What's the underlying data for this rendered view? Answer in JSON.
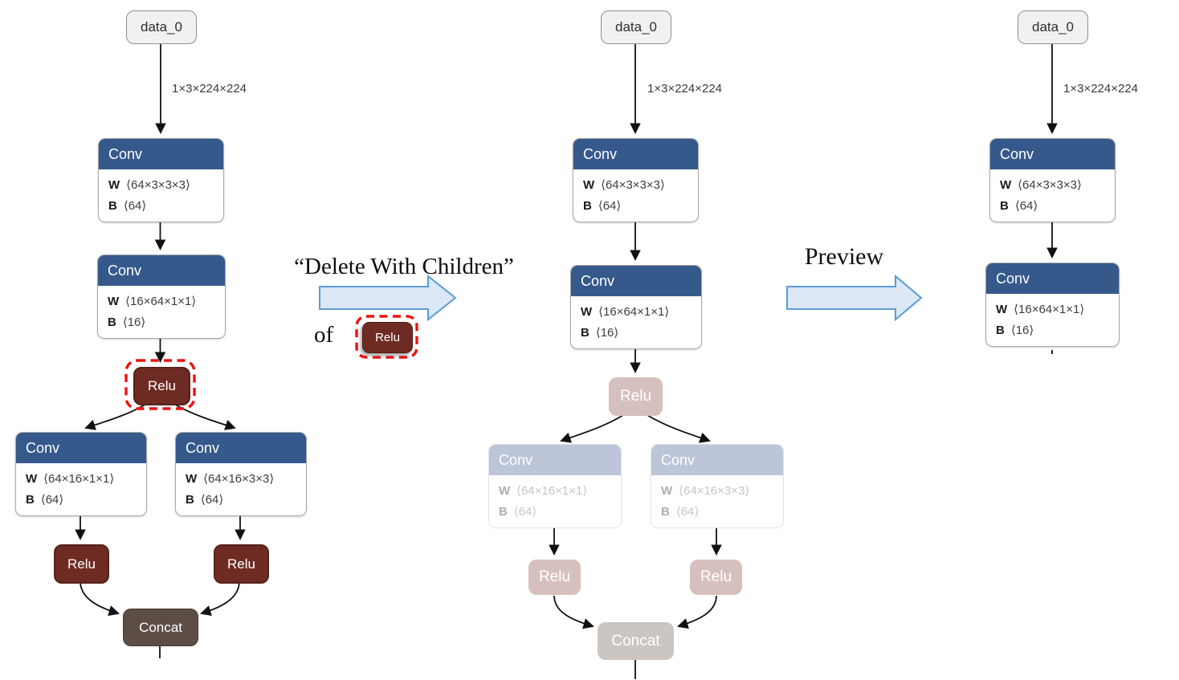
{
  "annotations": {
    "action_title": "“Delete With Children”",
    "of_label": "of",
    "action_relu_label": "Relu",
    "preview_label": "Preview"
  },
  "colors": {
    "conv_header": "#36598c",
    "relu_node": "#6e2b23",
    "concat_node": "#5c4d45",
    "data_node_bg": "#f1f1f1",
    "faded_conv_header": "#bcc6d8",
    "faded_relu_node": "#d6c0bd",
    "faded_concat_node": "#ccc6c2",
    "highlight_dash": "#ee1111",
    "block_arrow_fill": "#dce8f6",
    "block_arrow_stroke": "#5b9bd5",
    "edge_color": "#111111"
  },
  "graphs": {
    "left": {
      "data_label": "data_0",
      "edge_label": "1×3×224×224",
      "conv1": {
        "title": "Conv",
        "w_key": "W",
        "w_val": "⟨64×3×3×3⟩",
        "b_key": "B",
        "b_val": "⟨64⟩"
      },
      "conv2": {
        "title": "Conv",
        "w_key": "W",
        "w_val": "⟨16×64×1×1⟩",
        "b_key": "B",
        "b_val": "⟨16⟩"
      },
      "relu_root": "Relu",
      "conv3": {
        "title": "Conv",
        "w_key": "W",
        "w_val": "⟨64×16×1×1⟩",
        "b_key": "B",
        "b_val": "⟨64⟩"
      },
      "conv4": {
        "title": "Conv",
        "w_key": "W",
        "w_val": "⟨64×16×3×3⟩",
        "b_key": "B",
        "b_val": "⟨64⟩"
      },
      "relu_left": "Relu",
      "relu_right": "Relu",
      "concat": "Concat"
    },
    "middle": {
      "data_label": "data_0",
      "edge_label": "1×3×224×224",
      "conv1": {
        "title": "Conv",
        "w_key": "W",
        "w_val": "⟨64×3×3×3⟩",
        "b_key": "B",
        "b_val": "⟨64⟩"
      },
      "conv2": {
        "title": "Conv",
        "w_key": "W",
        "w_val": "⟨16×64×1×1⟩",
        "b_key": "B",
        "b_val": "⟨16⟩"
      },
      "relu_root": "Relu",
      "conv3": {
        "title": "Conv",
        "w_key": "W",
        "w_val": "⟨64×16×1×1⟩",
        "b_key": "B",
        "b_val": "⟨64⟩"
      },
      "conv4": {
        "title": "Conv",
        "w_key": "W",
        "w_val": "⟨64×16×3×3⟩",
        "b_key": "B",
        "b_val": "⟨64⟩"
      },
      "relu_left": "Relu",
      "relu_right": "Relu",
      "concat": "Concat"
    },
    "right": {
      "data_label": "data_0",
      "edge_label": "1×3×224×224",
      "conv1": {
        "title": "Conv",
        "w_key": "W",
        "w_val": "⟨64×3×3×3⟩",
        "b_key": "B",
        "b_val": "⟨64⟩"
      },
      "conv2": {
        "title": "Conv",
        "w_key": "W",
        "w_val": "⟨16×64×1×1⟩",
        "b_key": "B",
        "b_val": "⟨16⟩"
      }
    }
  }
}
